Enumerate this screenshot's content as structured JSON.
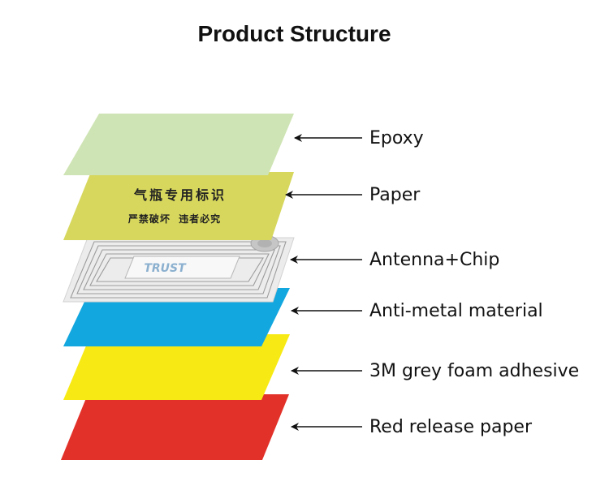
{
  "title": "Product Structure",
  "layers": [
    {
      "label": "Epoxy",
      "color": "#cfe4b4"
    },
    {
      "label": "Paper",
      "color": "#d6d75c",
      "print_line1": "气瓶专用标识",
      "print_line2": "严禁破坏  违者必究"
    },
    {
      "label": "Antenna+Chip",
      "color": "#ececec",
      "logo_text": "TRUST"
    },
    {
      "label": "Anti-metal material",
      "color": "#13a7df"
    },
    {
      "label": "3M grey foam adhesive",
      "color": "#f7ea14"
    },
    {
      "label": "Red release paper",
      "color": "#e23129"
    }
  ],
  "arrow_color": "#111111",
  "text_color": "#111111"
}
